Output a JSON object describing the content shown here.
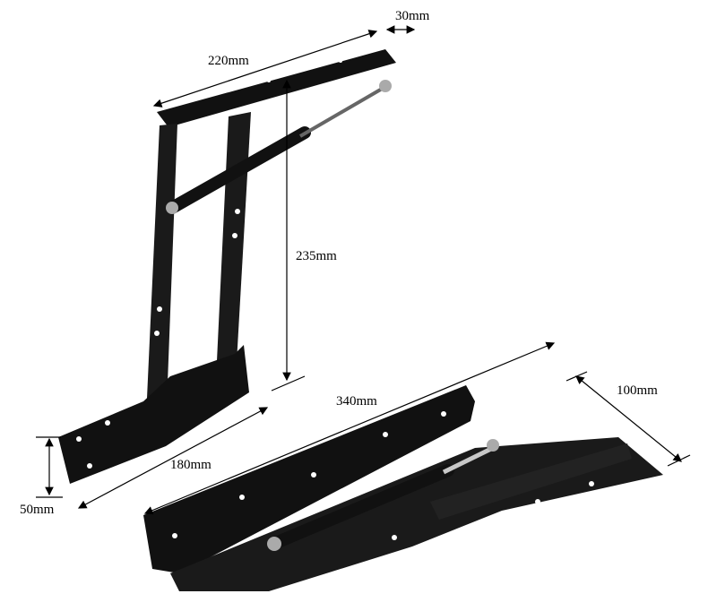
{
  "dimensions": {
    "top_width": "30mm",
    "top_length": "220mm",
    "height": "235mm",
    "base_length": "180mm",
    "base_height": "50mm",
    "closed_length": "340mm",
    "closed_width": "100mm"
  },
  "colors": {
    "metal": "#111111",
    "hole": "#ffffff",
    "line": "#000000",
    "piston": "#c8c8c8"
  }
}
